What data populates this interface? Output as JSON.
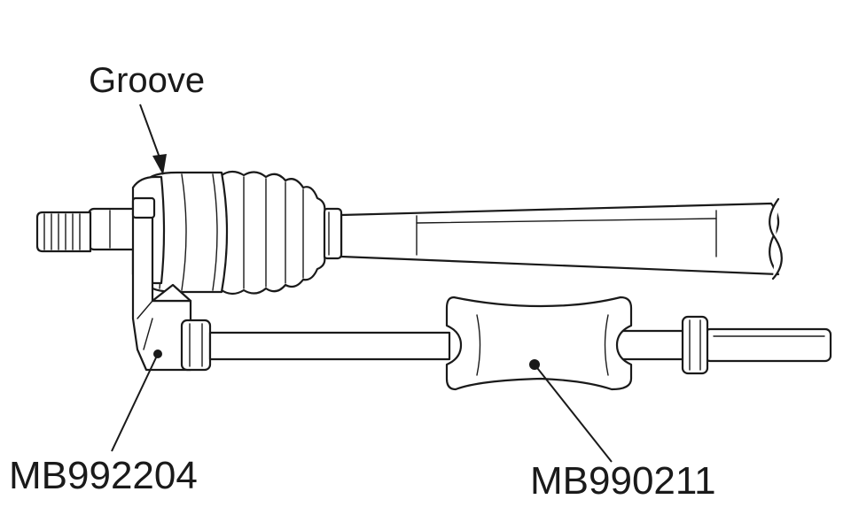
{
  "labels": {
    "groove": "Groove",
    "puller": "MB992204",
    "slide_hammer": "MB990211"
  }
}
